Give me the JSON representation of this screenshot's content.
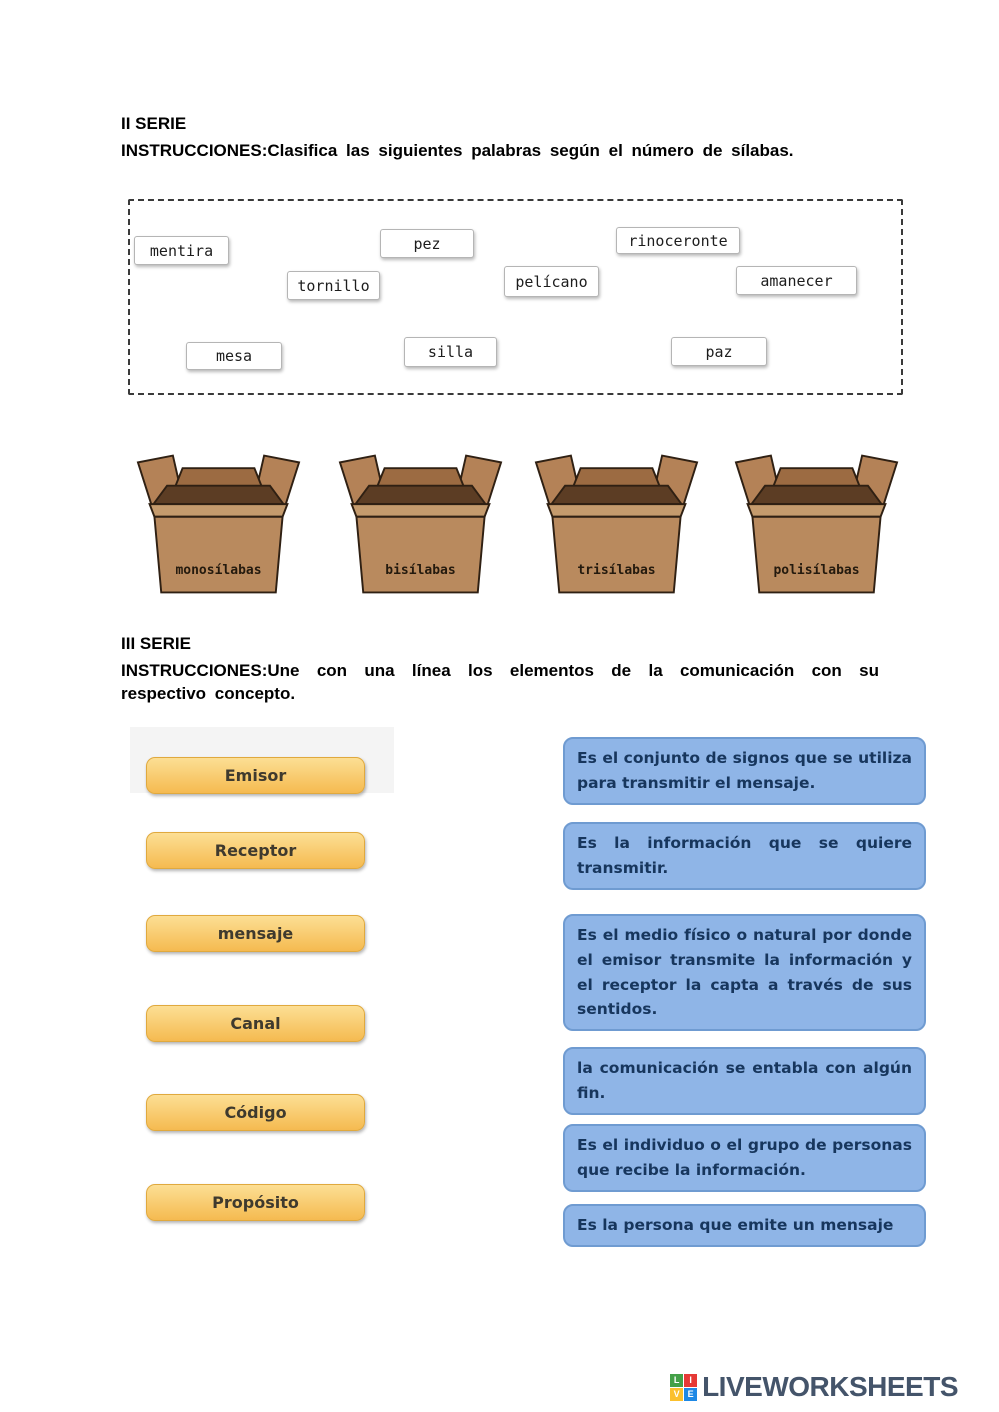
{
  "serie2": {
    "title": "II SERIE",
    "instructions": "INSTRUCCIONES:Clasifica las siguientes palabras según el número de sílabas.",
    "words": [
      "mentira",
      "pez",
      "rinoceronte",
      "tornillo",
      "pelícano",
      "amanecer",
      "mesa",
      "silla",
      "paz"
    ],
    "box_labels": [
      "monosílabas",
      "bisílabas",
      "trisílabas",
      "polisílabas"
    ]
  },
  "serie3": {
    "title": "III SERIE",
    "instructions": "INSTRUCCIONES:Une con una línea los elementos de la comunicación con su respectivo concepto.",
    "elements": [
      "Emisor",
      "Receptor",
      "mensaje",
      "Canal",
      "Código",
      "Propósito"
    ],
    "concepts": [
      "Es el conjunto de signos que se utiliza para transmitir el mensaje.",
      "Es la información que se quiere transmitir.",
      "Es el medio físico o natural por donde el emisor transmite la información y el receptor la capta a través de sus sentidos.",
      "la comunicación se entabla con algún fin.",
      "Es el individuo o el grupo de personas que recibe la información.",
      "Es la persona que emite un mensaje"
    ]
  },
  "footer": {
    "brand": "LIVEWORKSHEETS",
    "logo_letters": [
      "L",
      "I",
      "V",
      "E"
    ]
  },
  "colors": {
    "concept_bg": "#8fb5e7",
    "concept_border": "#6f9bd1",
    "concept_text": "#17365d",
    "element_bg": "#f8c864",
    "logo": [
      "#43a047",
      "#e53935",
      "#fbc02d",
      "#1e88e5"
    ],
    "brand_text": "#44546a"
  }
}
